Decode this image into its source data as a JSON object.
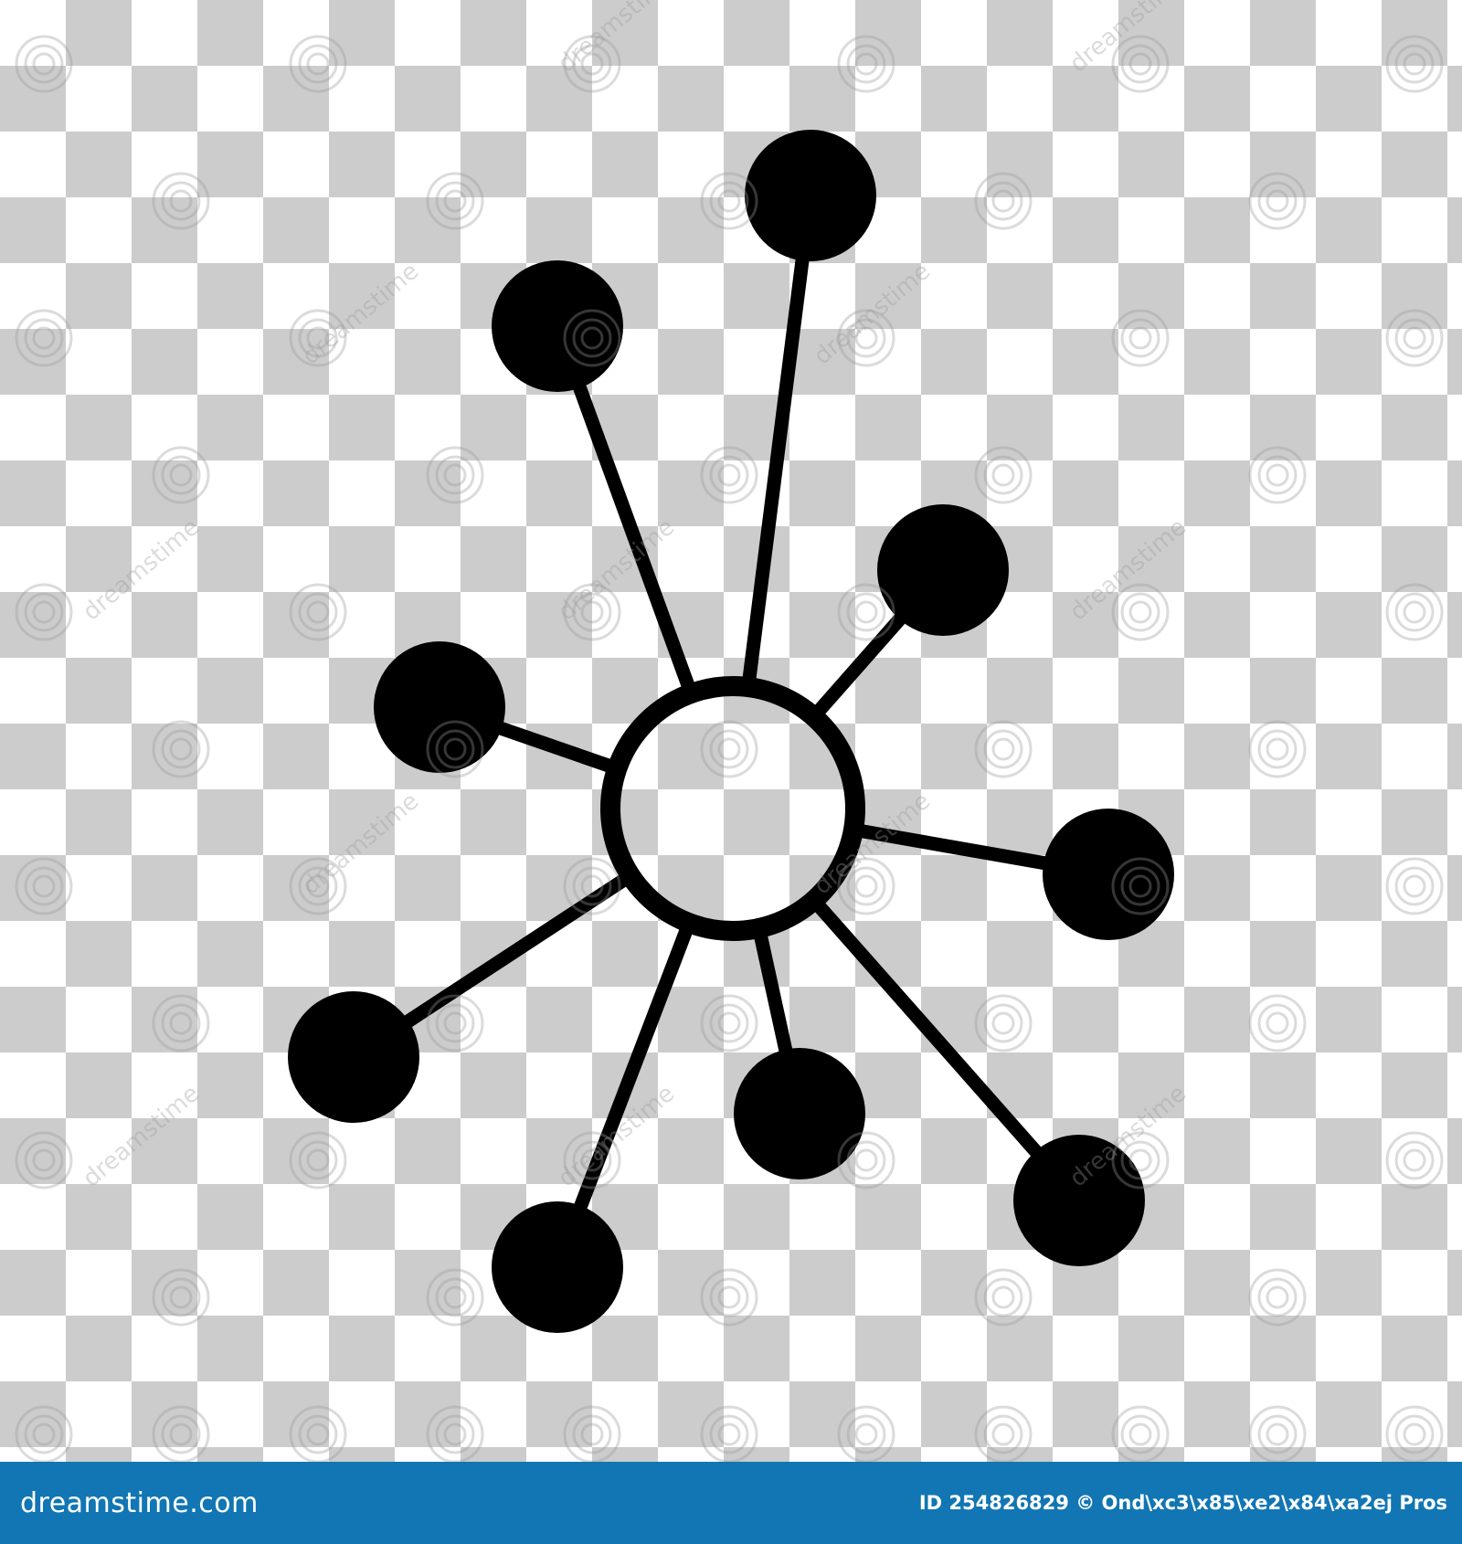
{
  "colors": {
    "checker_light": "#ffffff",
    "checker_dark": "#cccccc",
    "icon": "#000000",
    "footer_bg": "#1176b3",
    "footer_text": "#ffffff",
    "watermark": "#9a9a9a"
  },
  "icon": {
    "name": "network-hub-icon",
    "description_kind": "hub-and-spoke",
    "node_count": 9
  },
  "watermark": {
    "text": "dreamstime",
    "icon_name": "spiral-watermark-icon"
  },
  "footer": {
    "logo_text": "dreamstime.com",
    "image_id_text": "ID 254826829 © Ond\\xc3\\x85\\xe2\\x84\\xa2ej Pros"
  }
}
